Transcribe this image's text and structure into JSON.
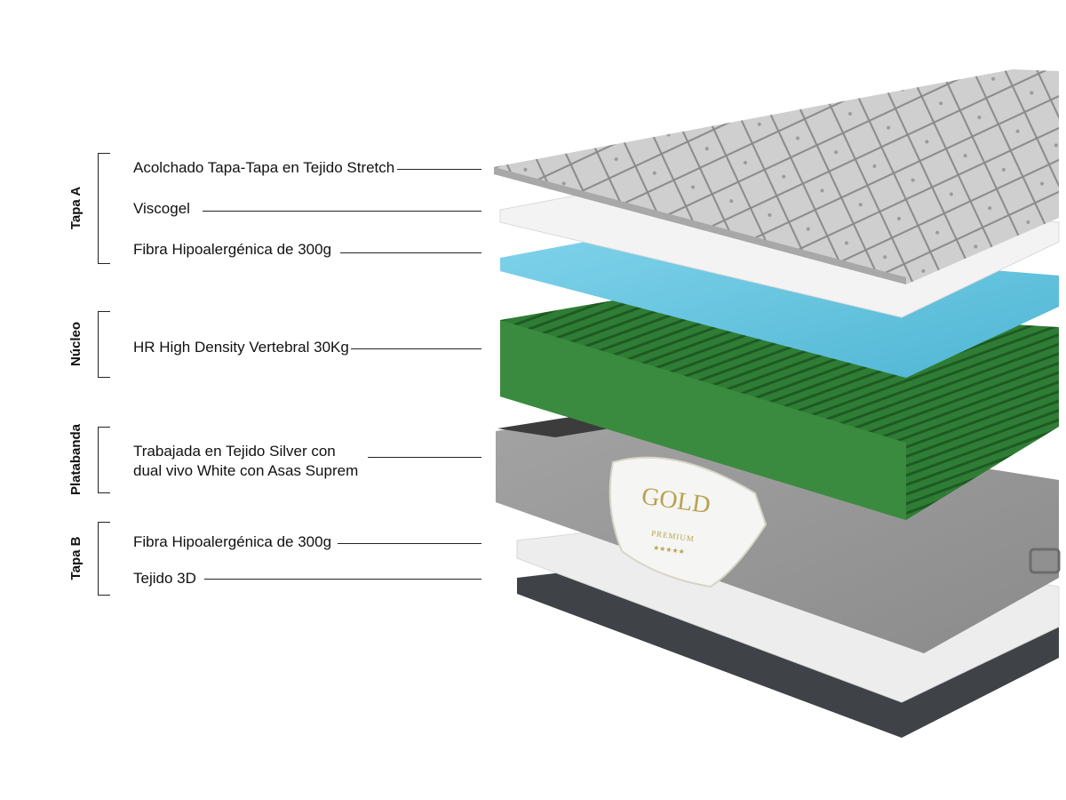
{
  "groups": [
    {
      "name": "Tapa A",
      "layers": [
        {
          "label": "Acolchado Tapa-Tapa en Tejido Stretch"
        },
        {
          "label": "Viscogel"
        },
        {
          "label": "Fibra Hipoalergénica de 300g"
        }
      ]
    },
    {
      "name": "Núcleo",
      "layers": [
        {
          "label": "HR High Density Vertebral 30Kg"
        }
      ]
    },
    {
      "name": "Platabanda",
      "layers": [
        {
          "label": "Trabajada en Tejido Silver con",
          "label_line2": "dual vivo White con Asas Suprem"
        }
      ]
    },
    {
      "name": "Tapa B",
      "layers": [
        {
          "label": "Fibra Hipoalergénica de 300g"
        },
        {
          "label": "Tejido 3D"
        }
      ]
    }
  ],
  "badge": {
    "brand": "GOLD",
    "subline": "PREMIUM",
    "stars": "★★★★★"
  },
  "colors": {
    "quilt": "#c9c9c9",
    "white_layer": "#f1f1f1",
    "blue_layer": "#63c3de",
    "green_core": "#2f7d35",
    "border_gray": "#9c9c9c",
    "dark_base": "#3f4246"
  }
}
